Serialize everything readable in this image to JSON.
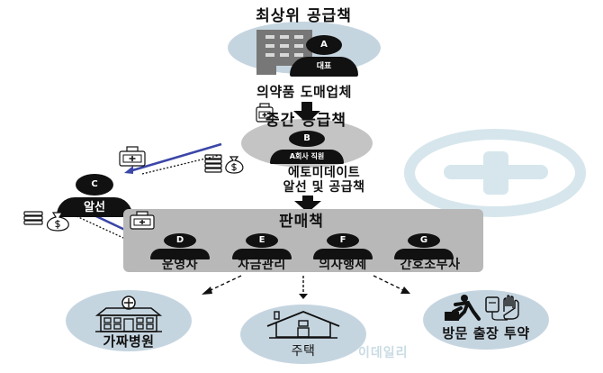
{
  "diagram": {
    "top_supplier": {
      "title": "최상위 공급책",
      "person_letter": "A",
      "person_role": "대표",
      "subtitle": "의약품 도매업체"
    },
    "middle_supplier": {
      "title": "중간 공급책",
      "person_letter": "B",
      "person_role": "A회사 직원",
      "subtitle_line1": "에토미데이트",
      "subtitle_line2": "알선 및 공급책"
    },
    "broker": {
      "person_letter": "C",
      "person_role": "알선"
    },
    "sellers": {
      "title": "판매책",
      "members": [
        {
          "letter": "D",
          "role": "운영자"
        },
        {
          "letter": "E",
          "role": "자금관리"
        },
        {
          "letter": "F",
          "role": "의사행세"
        },
        {
          "letter": "G",
          "role": "간호조무사"
        }
      ]
    },
    "destinations": [
      {
        "label": "가짜병원",
        "icon": "hospital-icon"
      },
      {
        "label": "주택",
        "icon": "house-icon"
      },
      {
        "label": "방문 출장 투약",
        "icon": "walking-person-iv-icon"
      }
    ],
    "watermark": "이데일리",
    "colors": {
      "circle_blue": "#c5d5e0",
      "circle_gray": "#c4c4c4",
      "panel_gray": "#b8b8b8",
      "arrow_blue": "#3b46a8",
      "watermark": "#d3e4ea"
    }
  }
}
